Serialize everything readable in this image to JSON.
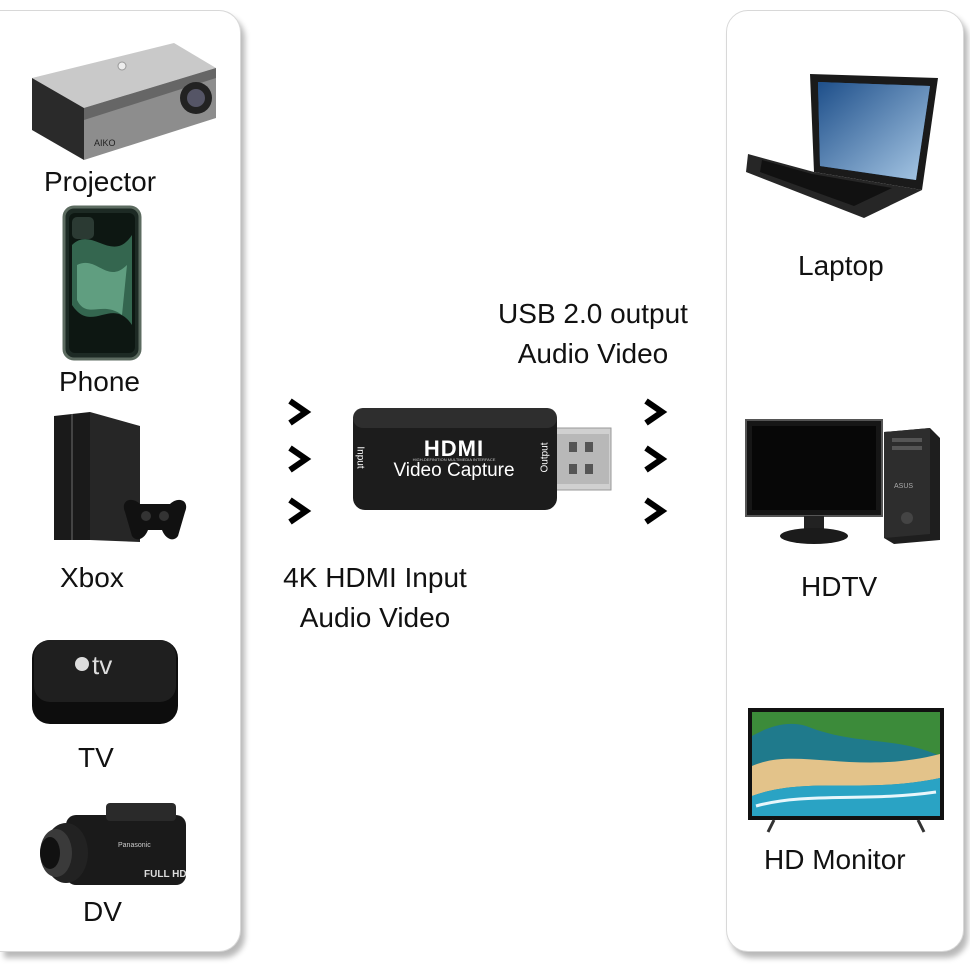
{
  "sources": {
    "projector": "Projector",
    "phone": "Phone",
    "xbox": "Xbox",
    "tv": "TV",
    "dv": "DV"
  },
  "destinations": {
    "laptop": "Laptop",
    "hdtv": "HDTV",
    "hd_monitor": "HD Monitor"
  },
  "device": {
    "brand": "HDMI",
    "brand_subtitle": "HIGH-DEFINITION MULTIMEDIA INTERFACE",
    "name": "Video Capture",
    "input_port": "Input",
    "output_port": "Output"
  },
  "input_caption": {
    "line1": "4K HDMI Input",
    "line2": "Audio Video"
  },
  "output_caption": {
    "line1": "USB 2.0 output",
    "line2": "Audio Video"
  },
  "logos": {
    "projector": "AIKO",
    "tv": "tv",
    "camera_brand": "Panasonic",
    "camera_badge": "FULL HD",
    "monitor_brand": "ASUS"
  }
}
